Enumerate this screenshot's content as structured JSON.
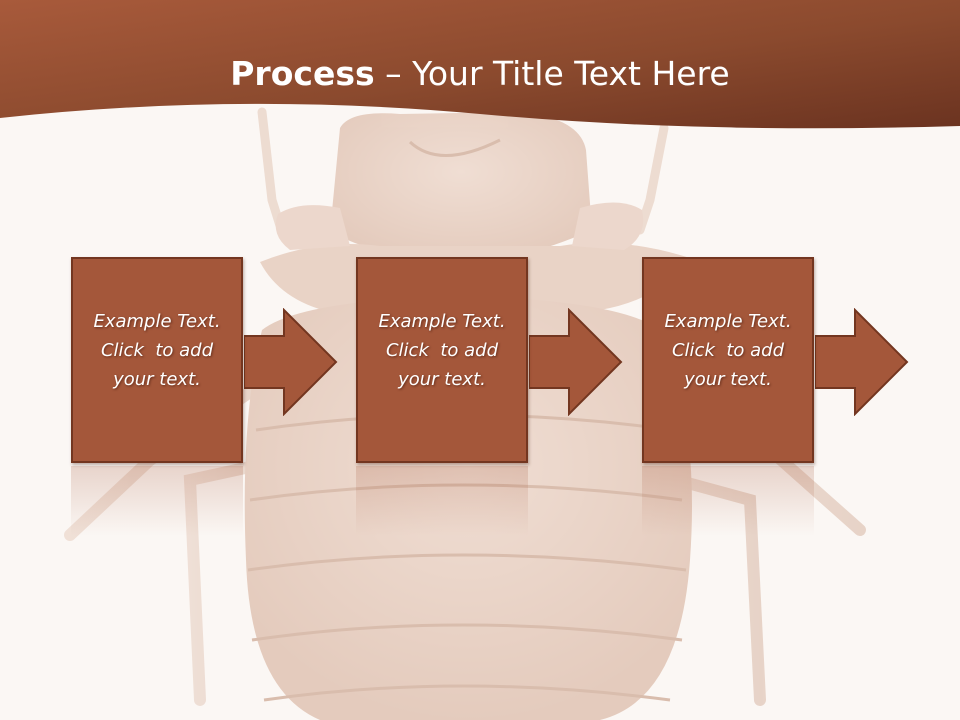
{
  "slide": {
    "title_strong": "Process",
    "title_rest": " – Your Title Text Here"
  },
  "steps": [
    {
      "line1": "Example Text.",
      "line2": "Click  to add",
      "line3": "your text."
    },
    {
      "line1": "Example Text.",
      "line2": "Click  to add",
      "line3": "your text."
    },
    {
      "line1": "Example Text.",
      "line2": "Click  to add",
      "line3": "your text."
    }
  ],
  "colors": {
    "header": "#8b4a2e",
    "box_fill": "#a4573a",
    "box_border": "#733620",
    "background": "#fbf7f4",
    "insect_tint": "#c99a82"
  },
  "icons": {
    "background": "bedbug-illustration",
    "connectors": "right-arrow-icon"
  }
}
